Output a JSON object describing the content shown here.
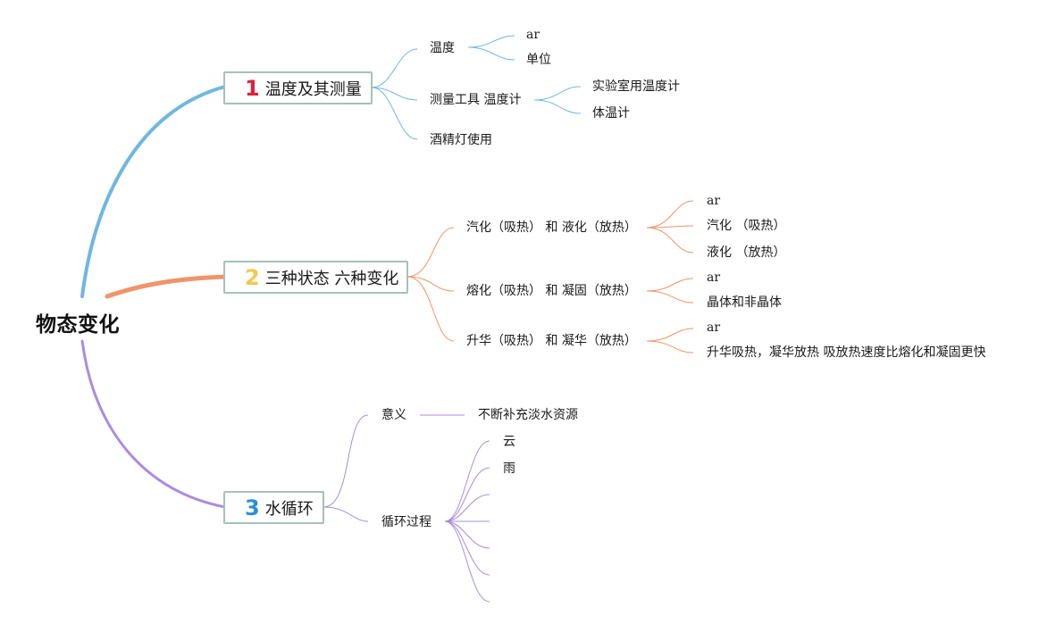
{
  "root": {
    "label": "物态变化"
  },
  "branches": [
    {
      "number": "1",
      "label": "温度及其测量",
      "color": "#6fb7e0",
      "number_color": "#d9233c",
      "children": [
        {
          "label": "温度",
          "children": [
            {
              "label": "ar"
            },
            {
              "label": "单位"
            }
          ]
        },
        {
          "label": "测量工具 温度计",
          "children": [
            {
              "label": "实验室用温度计"
            },
            {
              "label": "体温计"
            }
          ]
        },
        {
          "label": "酒精灯使用",
          "children": []
        }
      ]
    },
    {
      "number": "2",
      "label": "三种状态 六种变化",
      "color": "#f0956a",
      "number_color": "#f2c94c",
      "children": [
        {
          "label": "汽化（吸热） 和 液化（放热）",
          "children": [
            {
              "label": "ar"
            },
            {
              "label": "汽化 （吸热）"
            },
            {
              "label": "液化 （放热）"
            }
          ]
        },
        {
          "label": "熔化（吸热） 和 凝固（放热）",
          "children": [
            {
              "label": "ar"
            },
            {
              "label": "晶体和非晶体"
            }
          ]
        },
        {
          "label": "升华（吸热） 和 凝华（放热）",
          "children": [
            {
              "label": "ar"
            },
            {
              "label": "升华吸热，凝华放热 吸放热速度比熔化和凝固更快"
            }
          ]
        }
      ]
    },
    {
      "number": "3",
      "label": "水循环",
      "color": "#a98de0",
      "number_color": "#2b8fd6",
      "children": [
        {
          "label": "意义",
          "children": [
            {
              "label": "不断补充淡水资源"
            }
          ]
        },
        {
          "label": "循环过程",
          "children": [
            {
              "label": "云"
            },
            {
              "label": "雨"
            },
            {
              "label": ""
            },
            {
              "label": ""
            },
            {
              "label": ""
            },
            {
              "label": ""
            },
            {
              "label": ""
            }
          ]
        }
      ]
    }
  ]
}
